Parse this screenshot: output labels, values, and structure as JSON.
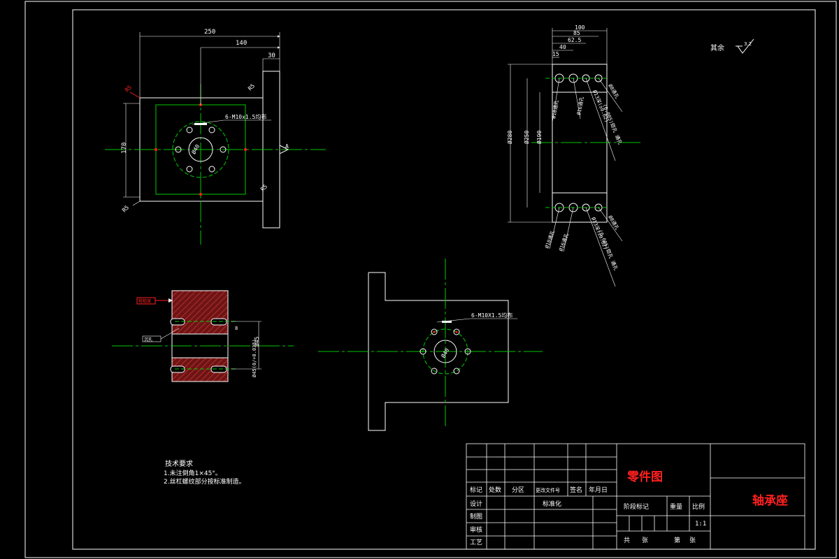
{
  "colors": {
    "line": "#ffffff",
    "center": "#00c800",
    "accent": "#ff2020",
    "hatch": "#8b1a1a"
  },
  "roughness_note": {
    "label": "其余",
    "value": "3.2"
  },
  "top_view": {
    "dim_total_width": "250",
    "dim_center_offset": "140",
    "dim_flange": "30",
    "dim_height": "170",
    "chamfer_top": "R5",
    "chamfer_left": "R5",
    "chamfer_bottom": "R5",
    "bolt_callout": "6-M10x1.5均布",
    "bore_dia": "Ø40",
    "datum": "A"
  },
  "side_view": {
    "dim_100": "100",
    "dim_85": "85",
    "dim_62": "62.5",
    "dim_40": "40",
    "dim_15": "15",
    "dim_280": "Ø280",
    "dim_250": "Ø250",
    "dim_190": "Ø190",
    "hole_top_1": "Ø18通孔",
    "hole_top_2": "Ø16通孔",
    "hole_top_3": "Ø13深(±0.02)",
    "hole_top_3b": "(0.005)锪孔 通孔",
    "hole_top_4": "Ø8通孔",
    "hole_bot_1": "Ø18通孔",
    "hole_bot_2": "Ø16通孔",
    "hole_bot_3": "Ø13深(±0.02)",
    "hole_bot_3b": "(0.005)锪孔 通孔",
    "hole_bot_4": "Ø8通孔"
  },
  "section_view": {
    "red_label": "粗糙度",
    "label_left": "沉孔",
    "dim_45": "Ø45",
    "dim_tol": "Ø45(0/+0.035)",
    "dim_small": "8"
  },
  "front_view": {
    "bolt_callout": "6-M10X1.5均布",
    "bore_dia": "Ø40"
  },
  "tech_requirements": {
    "title": "技术要求",
    "item1": "1.未注倒角1×45°。",
    "item2": "2.丝杠螺纹部分按标准制造。"
  },
  "title_block": {
    "part_type": "零件图",
    "part_name": "轴承座",
    "hdr_mark": "标记",
    "hdr_count": "处数",
    "hdr_zone": "分区",
    "hdr_docno": "更改文件号",
    "hdr_sign": "签名",
    "hdr_date": "年月日",
    "row_design": "设计",
    "row_std": "标准化",
    "row_draw": "制图",
    "row_check": "审核",
    "row_process": "工艺",
    "stage_mark": "阶段标记",
    "weight": "重量",
    "scale": "比例",
    "scale_value": "1:1",
    "total": "共",
    "sheets": "张",
    "sheet_no": "第",
    "sheet_no2": "张"
  }
}
